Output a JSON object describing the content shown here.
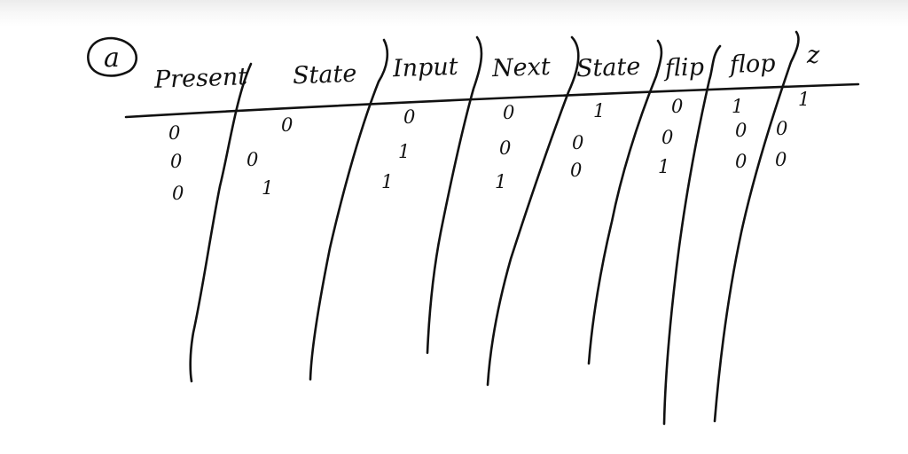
{
  "part_label": "a",
  "headers": [
    "Present",
    "State",
    "Input",
    "Next",
    "State",
    "flip",
    "flop",
    "z"
  ],
  "rows": [
    [
      "0",
      "0",
      "0",
      "0",
      "1",
      "0",
      "1",
      "1"
    ],
    [
      "0",
      "0",
      "1",
      "0",
      "0",
      "0",
      "0",
      "0"
    ],
    [
      "0",
      "1",
      "1",
      "1",
      "0",
      "1",
      "0",
      "0"
    ]
  ],
  "ink_color": "#111111"
}
